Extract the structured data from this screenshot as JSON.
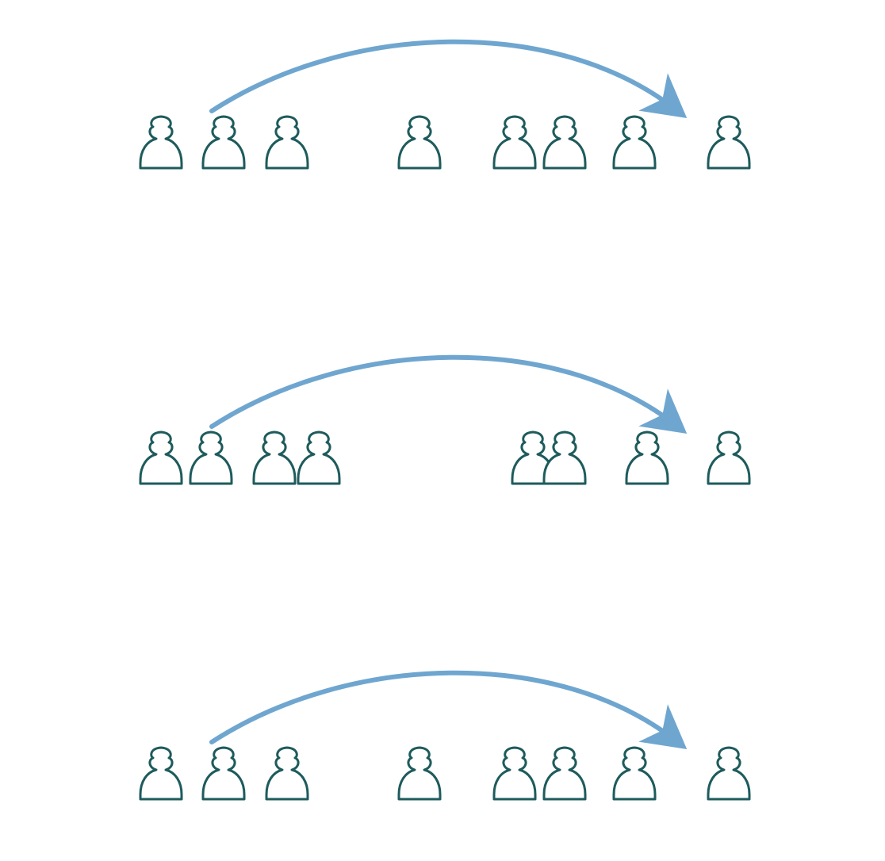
{
  "colors": {
    "pawn_stroke": "#1e5b5c",
    "pawn_fill": "#ffffff",
    "arrow": "#6fa6d0",
    "background": "#ffffff"
  },
  "icon": "pawn-icon",
  "rows": [
    {
      "pawn_count": 8,
      "arrow": {
        "from_pawn": 2,
        "to_pawn": 8
      }
    },
    {
      "pawn_count": 8,
      "arrow": {
        "from_pawn": 2,
        "to_pawn": 8
      }
    },
    {
      "pawn_count": 8,
      "arrow": {
        "from_pawn": 2,
        "to_pawn": 8
      }
    }
  ]
}
